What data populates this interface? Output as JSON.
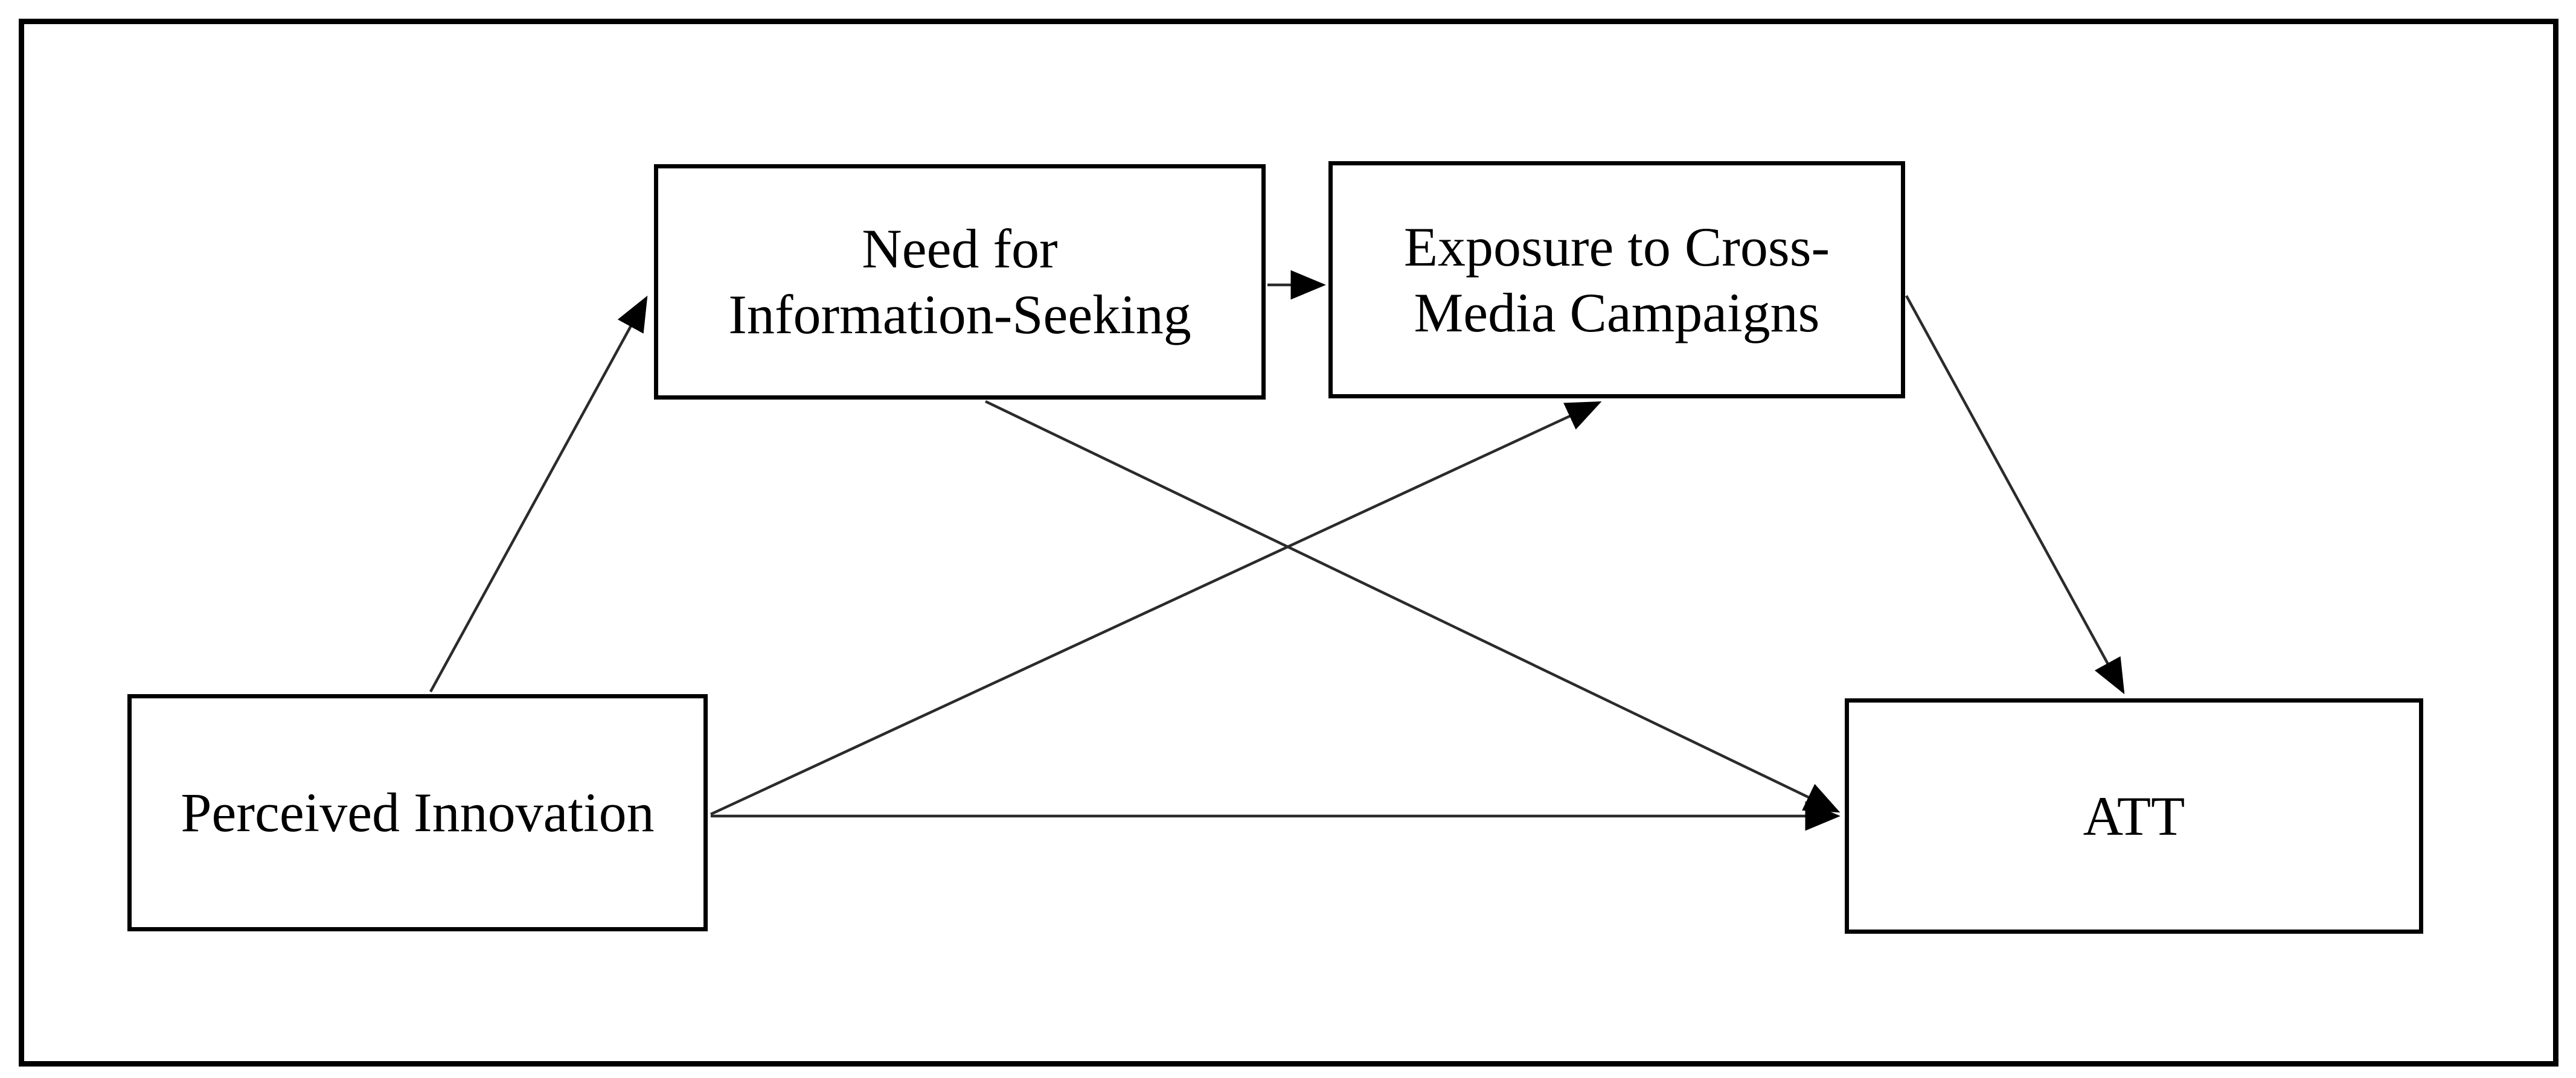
{
  "diagram": {
    "type": "path-model",
    "background_color": "#ffffff",
    "line_color": "#2b2b2b",
    "box_border_color": "#000000",
    "text_color": "#000000",
    "nodes": [
      {
        "id": "perceived-innovation",
        "label": "Perceived Innovation",
        "lines": [
          "Perceived Innovation"
        ]
      },
      {
        "id": "need-for-information-seeking",
        "label": "Need for Information-Seeking",
        "lines": [
          "Need for",
          "Information-Seeking"
        ]
      },
      {
        "id": "exposure-to-cross-media-campaigns",
        "label": "Exposure to Cross-Media Campaigns",
        "lines": [
          "Exposure to Cross-",
          "Media Campaigns"
        ]
      },
      {
        "id": "att",
        "label": "ATT",
        "lines": [
          "ATT"
        ]
      }
    ],
    "edges": [
      {
        "from": "perceived-innovation",
        "to": "need-for-information-seeking"
      },
      {
        "from": "need-for-information-seeking",
        "to": "exposure-to-cross-media-campaigns"
      },
      {
        "from": "perceived-innovation",
        "to": "exposure-to-cross-media-campaigns"
      },
      {
        "from": "need-for-information-seeking",
        "to": "att"
      },
      {
        "from": "perceived-innovation",
        "to": "att"
      },
      {
        "from": "exposure-to-cross-media-campaigns",
        "to": "att"
      }
    ]
  }
}
